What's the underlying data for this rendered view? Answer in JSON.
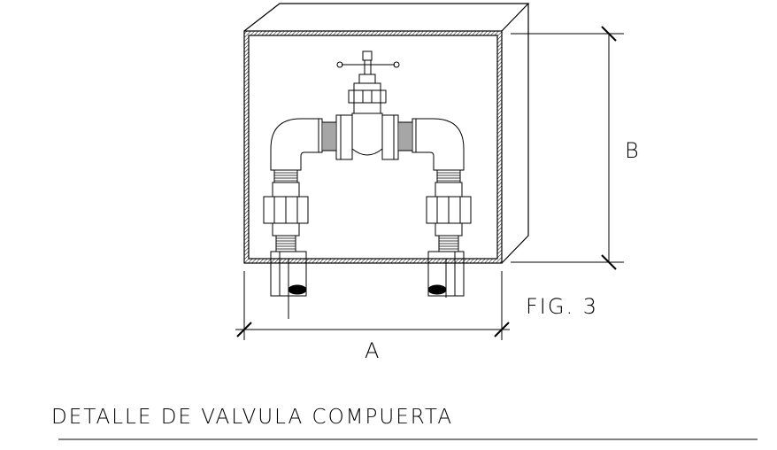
{
  "drawing": {
    "figure_label": "FIG. 3",
    "dimension_width_label": "A",
    "dimension_height_label": "B",
    "title": "DETALLE DE VALVULA COMPUERTA"
  },
  "colors": {
    "line": "#000000",
    "background": "#ffffff"
  }
}
